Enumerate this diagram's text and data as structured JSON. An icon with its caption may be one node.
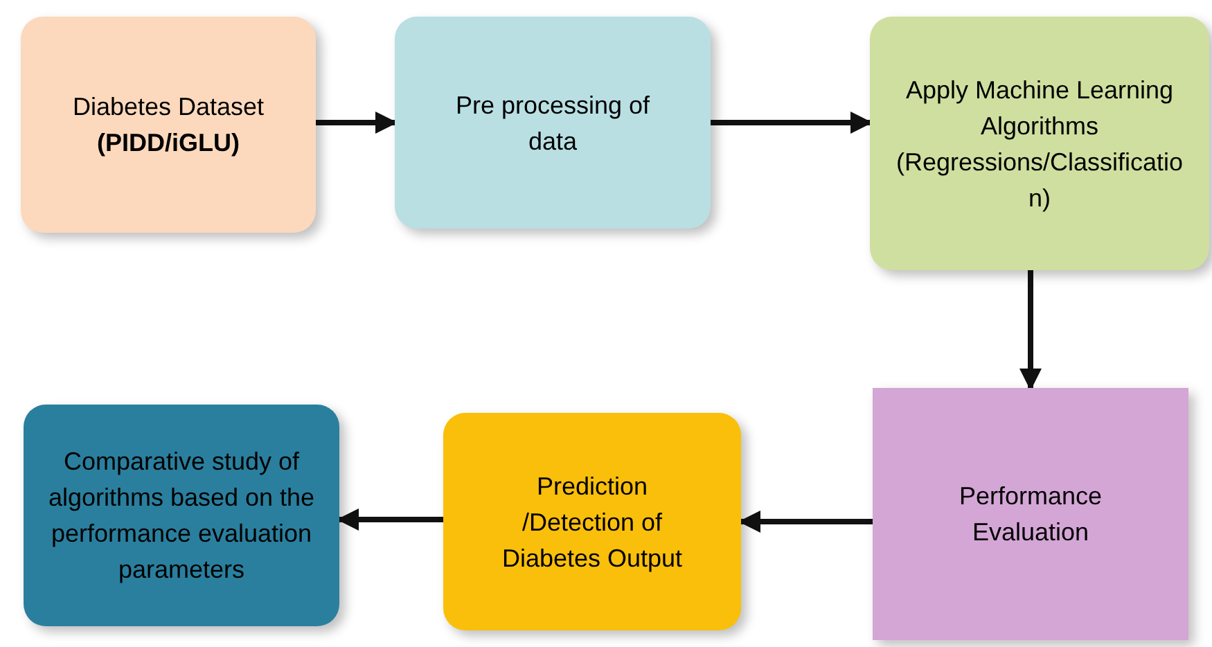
{
  "diagram": {
    "nodes": [
      {
        "text": [
          "Diabetes Dataset **(PIDD/iGLU)**"
        ]
      },
      {
        "text": [
          "Pre processing of data"
        ]
      },
      {
        "text": [
          "Apply  Machine Learning Algorithms (Regressions/Classification)"
        ]
      },
      {
        "text": [
          "Performance Evaluation"
        ]
      },
      {
        "text": [
          "Prediction /Detection of Diabetes Output"
        ]
      },
      {
        "text": [
          "Comparative study of algorithms based on the performance evaluation parameters"
        ]
      }
    ],
    "edges": [
      {
        "from": 0,
        "to": 1,
        "arrow": "to"
      },
      {
        "from": 1,
        "to": 2,
        "arrow": "to"
      },
      {
        "from": 2,
        "to": 3,
        "arrow": "to"
      },
      {
        "from": 3,
        "to": 4,
        "arrow": "to"
      },
      {
        "from": 4,
        "to": 5,
        "arrow": "to"
      }
    ]
  }
}
